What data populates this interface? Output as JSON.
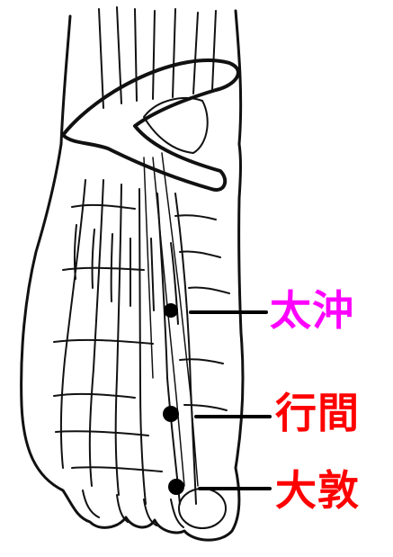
{
  "colors": {
    "outline": "#111111",
    "background": "#ffffff",
    "taichong": "#ff00ff",
    "xingjian": "#ff0000",
    "dadun": "#ff0000"
  },
  "points": [
    {
      "id": "taichong",
      "label": "太沖"
    },
    {
      "id": "xingjian",
      "label": "行間"
    },
    {
      "id": "dadun",
      "label": "大敦"
    }
  ]
}
